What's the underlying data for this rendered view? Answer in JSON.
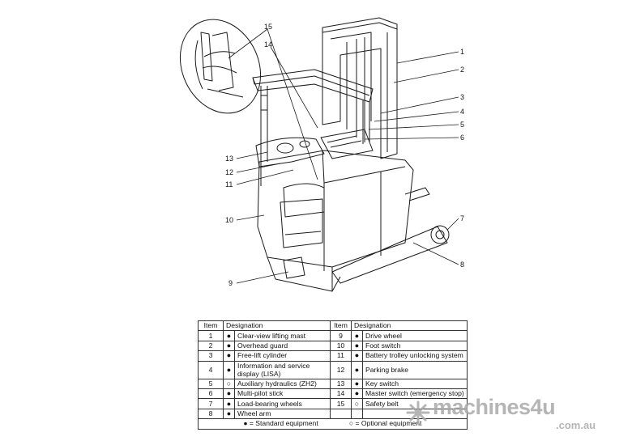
{
  "callouts": [
    "1",
    "2",
    "3",
    "4",
    "5",
    "6",
    "7",
    "8",
    "9",
    "10",
    "11",
    "12",
    "13",
    "14",
    "15"
  ],
  "table": {
    "header": {
      "item": "Item",
      "designation": "Designation"
    },
    "rows": [
      {
        "l_item": "1",
        "l_mark": "●",
        "l_des": "Clear-view lifting mast",
        "r_item": "9",
        "r_mark": "●",
        "r_des": "Drive wheel"
      },
      {
        "l_item": "2",
        "l_mark": "●",
        "l_des": "Overhead guard",
        "r_item": "10",
        "r_mark": "●",
        "r_des": "Foot switch"
      },
      {
        "l_item": "3",
        "l_mark": "●",
        "l_des": "Free-lift cylinder",
        "r_item": "11",
        "r_mark": "●",
        "r_des": "Battery trolley unlocking system"
      },
      {
        "l_item": "4",
        "l_mark": "●",
        "l_des": "Information and service display (LISA)",
        "r_item": "12",
        "r_mark": "●",
        "r_des": "Parking brake"
      },
      {
        "l_item": "5",
        "l_mark": "○",
        "l_des": "Auxiliary hydraulics (ZH2)",
        "r_item": "13",
        "r_mark": "●",
        "r_des": "Key switch"
      },
      {
        "l_item": "6",
        "l_mark": "●",
        "l_des": "Multi-pilot stick",
        "r_item": "14",
        "r_mark": "●",
        "r_des": "Master switch (emergency stop)"
      },
      {
        "l_item": "7",
        "l_mark": "●",
        "l_des": "Load-bearing wheels",
        "r_item": "15",
        "r_mark": "○",
        "r_des": "Safety belt"
      },
      {
        "l_item": "8",
        "l_mark": "●",
        "l_des": "Wheel arm",
        "r_item": "",
        "r_mark": "",
        "r_des": ""
      }
    ],
    "legend": {
      "standard_mark": "●",
      "standard_text": "= Standard equipment",
      "optional_mark": "○",
      "optional_text": "= Optional equipment"
    }
  },
  "watermark": {
    "name": "machines4u",
    "domain": ".com.au",
    "logo_icon": "star-logo-icon",
    "color": "#a9a9a9"
  }
}
